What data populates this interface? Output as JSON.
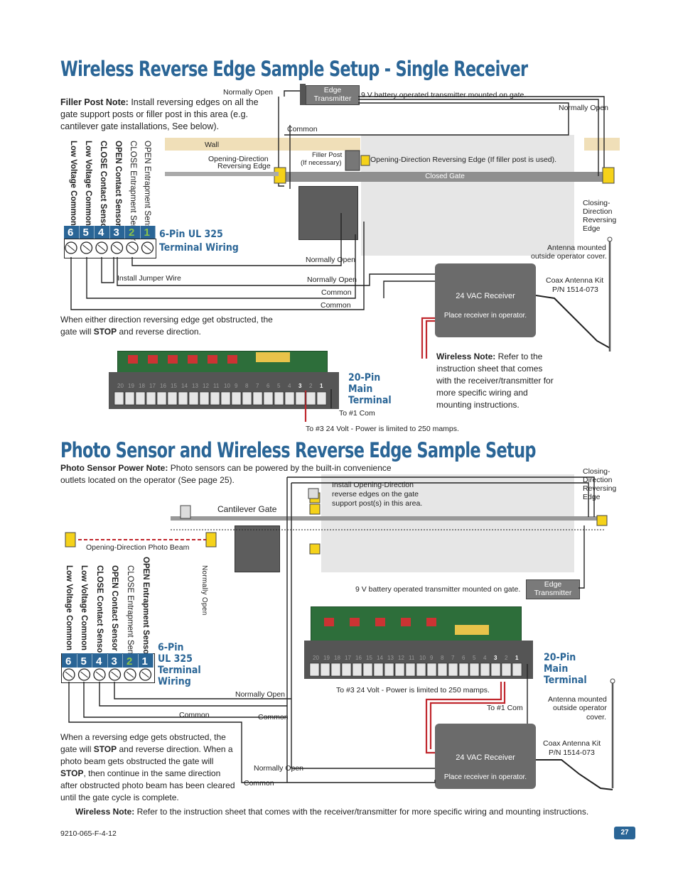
{
  "section1": {
    "title": "Wireless Reverse Edge Sample Setup - Single Receiver",
    "filler_note_label": "Filler Post Note:",
    "filler_note_text": " Install reversing edges on all the gate support posts or filler post in this area (e.g. cantilever gate installations, See below).",
    "labels": {
      "normally_open_top": "Normally Open",
      "edge_transmitter_1": "Edge",
      "edge_transmitter_2": "Transmitter",
      "battery_tx": "9 V battery operated transmitter mounted on gate.",
      "normally_open_right": "Normally Open",
      "common_top": "Common",
      "wall": "Wall",
      "open_dir_rev_edge_1": "Opening-Direction",
      "open_dir_rev_edge_2": "Reversing Edge",
      "filler_post_1": "Filler Post",
      "filler_post_2": "(If necessary)",
      "open_dir_rev_edge_filler": "Opening-Direction Reversing Edge (If filler post is used).",
      "closed_gate": "Closed Gate",
      "closing_dir_1": "Closing-",
      "closing_dir_2": "Direction",
      "closing_dir_3": "Reversing",
      "closing_dir_4": "Edge",
      "antenna_1": "Antenna mounted",
      "antenna_2": "outside operator cover.",
      "normally_open_a": "Normally Open",
      "normally_open_b": "Normally Open",
      "common_a": "Common",
      "common_b": "Common",
      "coax_1": "Coax Antenna Kit",
      "coax_2": "P/N 1514-073",
      "receiver_1": "24 VAC Receiver",
      "receiver_2": "Place receiver in operator.",
      "install_jumper": "Install Jumper Wire",
      "to_1_com": "To #1 Com",
      "to_3_24v": "To #3 24 Volt - Power is limited to 250 mamps."
    },
    "terminal_labels": [
      "OPEN Entrapment Sensor",
      "CLOSE Entrapment Sensor",
      "OPEN Contact Sensor",
      "CLOSE Contact Sensor",
      "Low Voltage Common",
      "Low Voltage Common"
    ],
    "terminal_numbers": [
      "6",
      "5",
      "4",
      "3",
      "2",
      "1"
    ],
    "six_pin_1": "6-Pin UL 325",
    "six_pin_2": "Terminal Wiring",
    "twenty_pin_1": "20-Pin",
    "twenty_pin_2": "Main",
    "twenty_pin_3": "Terminal",
    "obstruct_text_1": "When either direction reversing edge get obstructed, the gate will ",
    "obstruct_stop": "STOP",
    "obstruct_text_2": " and reverse direction.",
    "wireless_note_label": "Wireless Note:",
    "wireless_note_text": " Refer to the instruction sheet  that comes with the receiver/transmitter for more specific wiring and mounting instructions."
  },
  "section2": {
    "title": "Photo Sensor and Wireless Reverse Edge Sample Setup",
    "photo_note_label": "Photo Sensor Power Note:",
    "photo_note_text": " Photo sensors can be powered by the built-in convenience outlets located on the operator (See page 25).",
    "labels": {
      "closing_dir_1": "Closing-",
      "closing_dir_2": "Direction",
      "closing_dir_3": "Reversing",
      "closing_dir_4": "Edge",
      "install_open_1": "Install Opening-Direction",
      "install_open_2": "reverse edges on the gate",
      "install_open_3": "support post(s) in this area.",
      "cantilever": "Cantilever Gate",
      "photo_beam": "Opening-Direction Photo Beam",
      "normally_open_vert": "Normally Open",
      "battery_tx": "9 V battery operated transmitter mounted on gate.",
      "edge_transmitter_1": "Edge",
      "edge_transmitter_2": "Transmitter",
      "normally_open": "Normally Open",
      "to_3_24v": "To #3 24 Volt - Power is limited to 250 mamps.",
      "common_a": "Common",
      "common_b": "Common",
      "to_1_com": "To #1 Com",
      "antenna_1": "Antenna mounted",
      "antenna_2": "outside operator",
      "antenna_3": "cover.",
      "coax_1": "Coax Antenna Kit",
      "coax_2": "P/N 1514-073",
      "receiver_1": "24 VAC Receiver",
      "receiver_2": "Place receiver in operator.",
      "normally_open_bottom": "Normally Open",
      "common_bottom": "Common"
    },
    "terminal_labels": [
      "OPEN Entrapment Sensor",
      "CLOSE Entrapment Sensor",
      "OPEN Contact Sensor",
      "CLOSE Contact Sensor",
      "Low Voltage Common",
      "Low Voltage Common"
    ],
    "terminal_numbers": [
      "6",
      "5",
      "4",
      "3",
      "2",
      "1"
    ],
    "six_pin_1": "6-Pin",
    "six_pin_2": "UL 325",
    "six_pin_3": "Terminal",
    "six_pin_4": "Wiring",
    "twenty_pin_1": "20-Pin",
    "twenty_pin_2": "Main",
    "twenty_pin_3": "Terminal",
    "obstruct_text_1": "When a reversing edge gets obstructed, the gate will ",
    "obstruct_stop_1": "STOP",
    "obstruct_text_2": " and reverse direction. When a photo beam gets obstructed the gate will ",
    "obstruct_stop_2": "STOP",
    "obstruct_text_3": ", then continue in the same direction after obstructed photo beam has been cleared until the gate cycle is complete.",
    "wireless_note_label": "Wireless Note:",
    "wireless_note_text": " Refer to the instruction sheet  that comes with the receiver/transmitter for more specific wiring and mounting instructions."
  },
  "pcb_numbers": [
    "20",
    "19",
    "18",
    "17",
    "16",
    "15",
    "14",
    "13",
    "12",
    "11",
    "10",
    "9",
    "8",
    "7",
    "6",
    "5",
    "4",
    "3",
    "2",
    "1"
  ],
  "footer": {
    "doc_number": "9210-065-F-4-12",
    "page_number": "27"
  },
  "colors": {
    "title_blue": "#2a6596",
    "wall_tan": "#f0dfb8",
    "pcb_green": "#2d6e3a",
    "wire_red": "#c0272d",
    "edge_yellow": "#f5d21a"
  }
}
